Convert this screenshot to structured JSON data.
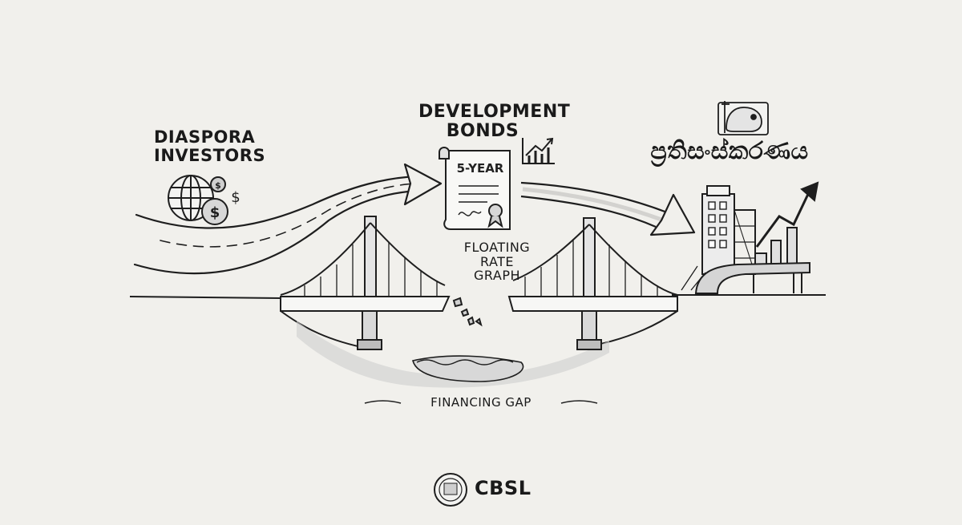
{
  "labels": {
    "diaspora": [
      "DIASPORA",
      "INVESTORS"
    ],
    "development_bonds": [
      "DEVELOPMENT",
      "BONDS"
    ],
    "bond_term": "5-YEAR",
    "floating_rate": [
      "FLOATING RATE",
      "GRAPH"
    ],
    "financing_gap": "FINANCING GAP",
    "sinhala_title": "ප්‍රතිසංස්කරණය",
    "logo_text": "CBSL"
  },
  "icons": {
    "globe": "globe-icon",
    "dollar": "dollar-coin-icon",
    "chart": "trend-chart-icon",
    "lion": "lion-flag-icon",
    "seal": "cbsl-seal-icon"
  },
  "colors": {
    "background": "#f1f0ec",
    "ink": "#1e1e1e",
    "shade": "#bdbdbd"
  }
}
